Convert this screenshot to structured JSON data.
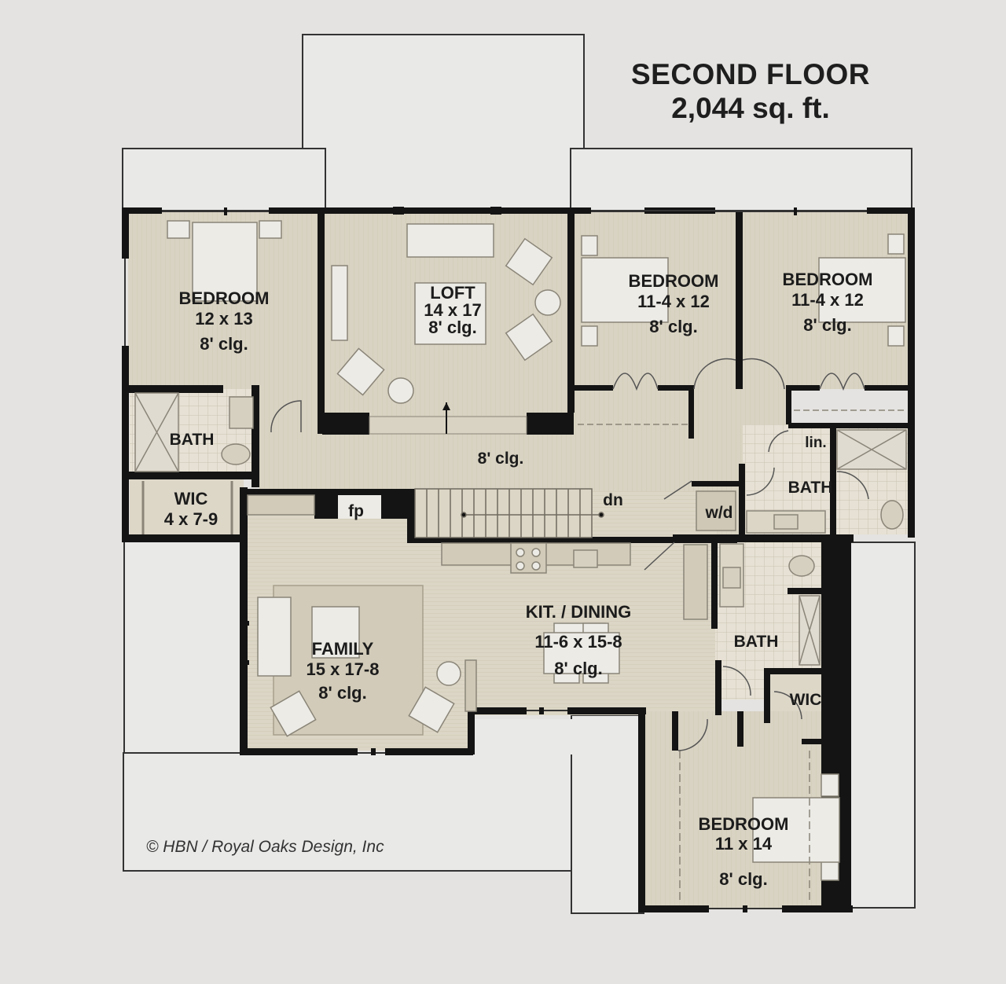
{
  "header": {
    "title": "SECOND FLOOR",
    "area": "2,044 sq. ft."
  },
  "colors": {
    "background": "#e4e3e1",
    "outline_fill": "#e9e9e8",
    "room_fill": "#d8d2c2",
    "wet_fill": "#e3ddd0",
    "wall": "#141414",
    "fixture_fill": "#ecebe6",
    "fixture_stroke": "#8a8578"
  },
  "rooms": [
    {
      "id": "bedroom-nw",
      "name": "BEDROOM",
      "dimensions": "12 x 13",
      "ceiling": "8' clg."
    },
    {
      "id": "loft",
      "name": "LOFT",
      "dimensions": "14 x 17",
      "ceiling": "8' clg."
    },
    {
      "id": "bedroom-n1",
      "name": "BEDROOM",
      "dimensions": "11-4 x 12",
      "ceiling": "8' clg."
    },
    {
      "id": "bedroom-n2",
      "name": "BEDROOM",
      "dimensions": "11-4 x 12",
      "ceiling": "8' clg."
    },
    {
      "id": "bath-nw",
      "name": "BATH"
    },
    {
      "id": "wic-w",
      "name": "WIC",
      "dimensions": "4 x 7-9"
    },
    {
      "id": "hall",
      "ceiling": "8' clg."
    },
    {
      "id": "linen",
      "name": "lin."
    },
    {
      "id": "bath-ne",
      "name": "BATH"
    },
    {
      "id": "laundry",
      "name": "w/d"
    },
    {
      "id": "fireplace",
      "name": "fp"
    },
    {
      "id": "stairs",
      "name": "dn"
    },
    {
      "id": "family",
      "name": "FAMILY",
      "dimensions": "15 x 17-8",
      "ceiling": "8' clg."
    },
    {
      "id": "kitchen-dining",
      "name": "KIT. / DINING",
      "dimensions": "11-6 x 15-8",
      "ceiling": "8' clg."
    },
    {
      "id": "bath-e",
      "name": "BATH"
    },
    {
      "id": "wic-e",
      "name": "WIC"
    },
    {
      "id": "bedroom-se",
      "name": "BEDROOM",
      "dimensions": "11 x 14",
      "ceiling": "8' clg."
    }
  ],
  "footer": {
    "copyright": "© HBN / Royal Oaks Design, Inc"
  }
}
